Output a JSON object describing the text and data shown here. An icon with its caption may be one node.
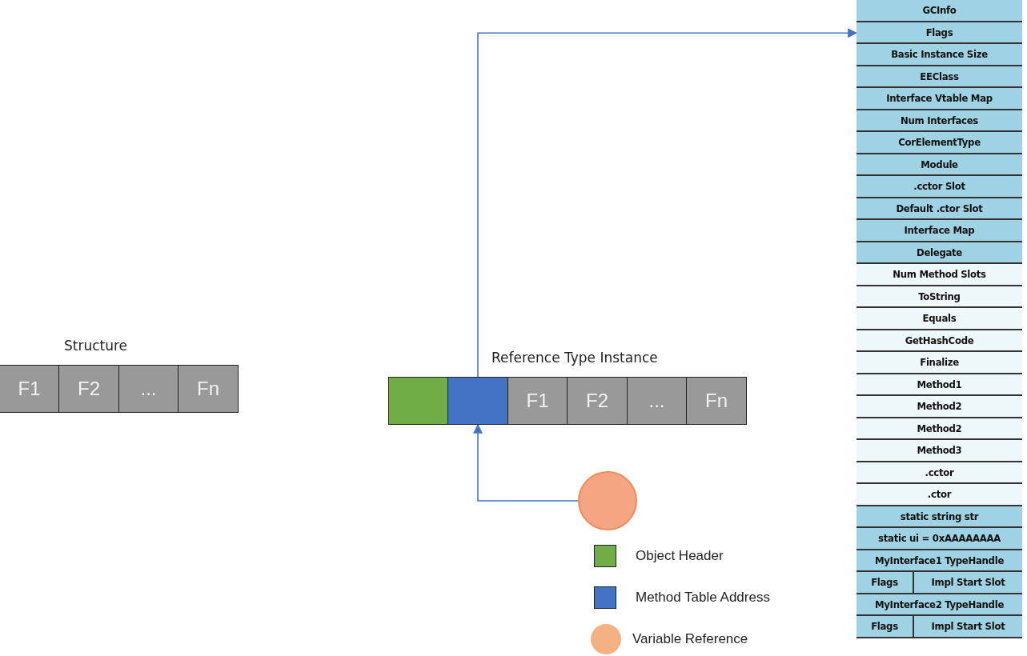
{
  "diagram": {
    "nodes": [
      {
        "text": [
          "Structure"
        ]
      },
      {
        "text": [
          "F1"
        ],
        "in": 0
      },
      {
        "text": [
          "F2"
        ],
        "in": 0
      },
      {
        "text": [
          "..."
        ],
        "in": 0
      },
      {
        "text": [
          "Fn"
        ],
        "in": 0
      },
      {
        "text": [
          "Reference Type Instance"
        ]
      },
      {
        "text": [],
        "shape": "box",
        "in": 5
      },
      {
        "text": [],
        "shape": "box",
        "in": 5
      },
      {
        "text": [
          "F1"
        ],
        "in": 5
      },
      {
        "text": [
          "F2"
        ],
        "in": 5
      },
      {
        "text": [
          "..."
        ],
        "in": 5
      },
      {
        "text": [
          "Fn"
        ],
        "in": 5
      },
      {
        "text": [],
        "shape": "circle"
      },
      {
        "text": [],
        "shape": "box"
      },
      {
        "text": [
          "GCInfo"
        ],
        "in": 13
      },
      {
        "text": [
          "Flags"
        ],
        "in": 13
      },
      {
        "text": [
          "Basic Instance Size"
        ],
        "in": 13
      },
      {
        "text": [
          "EEClass"
        ],
        "in": 13
      },
      {
        "text": [
          "Interface Vtable Map"
        ],
        "in": 13
      },
      {
        "text": [
          "Num Interfaces"
        ],
        "in": 13
      },
      {
        "text": [
          "CorElementType"
        ],
        "in": 13
      },
      {
        "text": [
          "Module"
        ],
        "in": 13
      },
      {
        "text": [
          ".cctor Slot"
        ],
        "in": 13
      },
      {
        "text": [
          "Default .ctor Slot"
        ],
        "in": 13
      },
      {
        "text": [
          "Interface Map"
        ],
        "in": 13
      },
      {
        "text": [
          "Delegate"
        ],
        "in": 13
      },
      {
        "text": [
          "Num Method Slots"
        ],
        "in": 13
      },
      {
        "text": [
          "ToString"
        ],
        "in": 13
      },
      {
        "text": [
          "Equals"
        ],
        "in": 13
      },
      {
        "text": [
          "GetHashCode"
        ],
        "in": 13
      },
      {
        "text": [
          "Finalize"
        ],
        "in": 13
      },
      {
        "text": [
          "Method1"
        ],
        "in": 13
      },
      {
        "text": [
          "Method2"
        ],
        "in": 13
      },
      {
        "text": [
          "Method2"
        ],
        "in": 13
      },
      {
        "text": [
          "Method3"
        ],
        "in": 13
      },
      {
        "text": [
          ".cctor"
        ],
        "in": 13
      },
      {
        "text": [
          ".ctor"
        ],
        "in": 13
      },
      {
        "text": [
          "static string str"
        ],
        "in": 13
      },
      {
        "text": [
          "static ui = 0xAAAAAAAA"
        ],
        "in": 13
      },
      {
        "text": [
          "MyInterface1 TypeHandle"
        ],
        "in": 13
      },
      {
        "text": [
          "Flags",
          "Impl Start Slot"
        ],
        "in": 13
      },
      {
        "text": [
          "MyInterface2 TypeHandle"
        ],
        "in": 13
      },
      {
        "text": [
          "Flags",
          "Impl Start Slot"
        ],
        "in": 13
      }
    ],
    "edges": [
      {
        "from": 7,
        "to": 15,
        "arrow": "to"
      },
      {
        "from": 12,
        "to": 7,
        "arrow": "to"
      }
    ],
    "legend": [
      {
        "text": "Object Header",
        "color": "#70ad47"
      },
      {
        "text": "Method Table Address",
        "color": "#4472c4"
      },
      {
        "text": "Variable Reference",
        "color": "#f4b183"
      }
    ]
  }
}
